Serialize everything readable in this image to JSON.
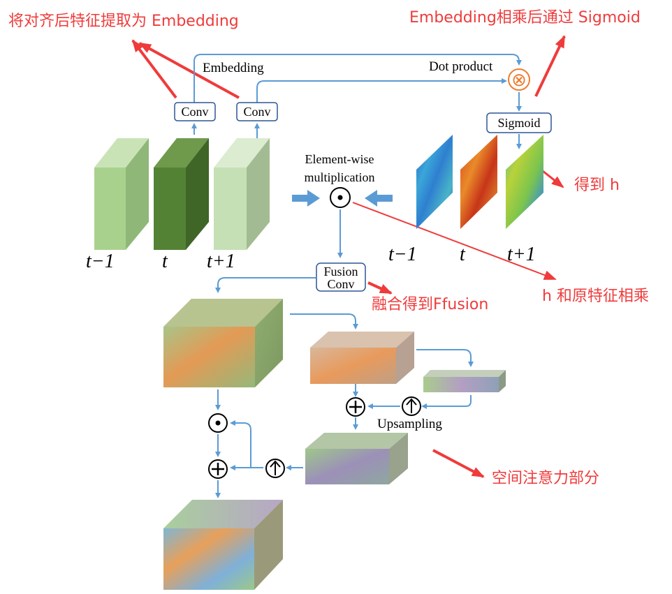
{
  "annotations": {
    "embedding_align": "将对齐后特征提取为 Embedding",
    "embedding_multiply": "Embedding相乘后通过 Sigmoid",
    "get_h": "得到 h",
    "h_multiply": "h 和原特征相乘",
    "fusion_result": "融合得到Ffusion",
    "spatial_attention": "空间注意力部分"
  },
  "labels": {
    "embedding": "Embedding",
    "dot_product": "Dot product",
    "conv_left": "Conv",
    "conv_right": "Conv",
    "sigmoid": "Sigmoid",
    "element_wise_1": "Element-wise",
    "element_wise_2": "multiplication",
    "fusion_1": "Fusion",
    "fusion_2": "Conv",
    "upsampling": "Upsampling",
    "feat_t_minus_1": "t−1",
    "feat_t": "t",
    "feat_t_plus_1": "t+1",
    "map_t_minus_1": "t−1",
    "map_t": "t",
    "map_t_plus_1": "t+1"
  },
  "symbols": {
    "cross": "⊗",
    "dot": "⊙",
    "plus": "⊕",
    "up": "⇑"
  },
  "colors": {
    "arrow_blue": "#5b9bd5",
    "annotation_red": "#ef3b3b",
    "feature_t_minus_1": "#a9d18e",
    "feature_t": "#548235",
    "feature_t_plus_1": "#c5e0b4",
    "dot_product_node": "#ed7d31"
  }
}
